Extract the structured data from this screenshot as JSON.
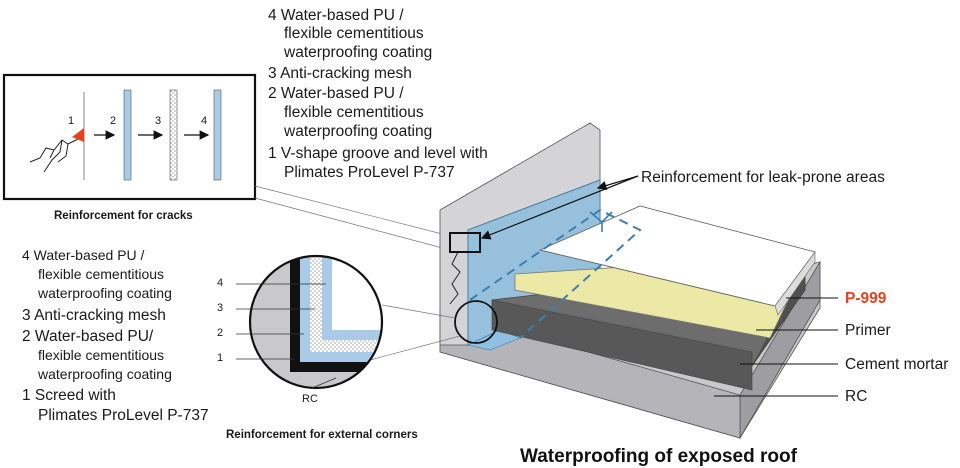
{
  "title": "Waterproofing of exposed roof",
  "crack_steps": {
    "s4_l1": "4 Water-based PU /",
    "s4_l2": "flexible cementitious",
    "s4_l3": "waterproofing coating",
    "s3": "3 Anti-cracking mesh",
    "s2_l1": "2 Water-based PU /",
    "s2_l2": "flexible cementitious",
    "s2_l3": "waterproofing coating",
    "s1_l1": "1 V-shape groove and level with",
    "s1_l2": "Plimates ProLevel P-737"
  },
  "crack_box": {
    "n1": "1",
    "n2": "2",
    "n3": "3",
    "n4": "4",
    "caption": "Reinforcement for cracks"
  },
  "corner_steps": {
    "s4_l1": "4 Water-based PU /",
    "s4_l2": "flexible cementitious",
    "s4_l3": "waterproofing coating",
    "s3": "3 Anti-cracking mesh",
    "s2_l1": "2 Water-based PU/",
    "s2_l2": "flexible cementitious",
    "s2_l3": "waterproofing coating",
    "s1_l1": "1 Screed with",
    "s1_l2": "Plimates ProLevel P-737"
  },
  "corner_detail": {
    "n4": "4",
    "n3": "3",
    "n2": "2",
    "n1": "1",
    "rc": "RC",
    "caption": "Reinforcement for external corners"
  },
  "leak_label": "Reinforcement for leak-prone areas",
  "layers": {
    "p999": "P-999",
    "primer": "Primer",
    "cement": "Cement mortar",
    "rc": "RC"
  },
  "colors": {
    "accent": "#e8401c",
    "coating_blue": "#a9cbe8",
    "primer_yellow": "#ece9a6",
    "concrete": "#c9c9cc",
    "mortar": "#6d6d6d"
  }
}
